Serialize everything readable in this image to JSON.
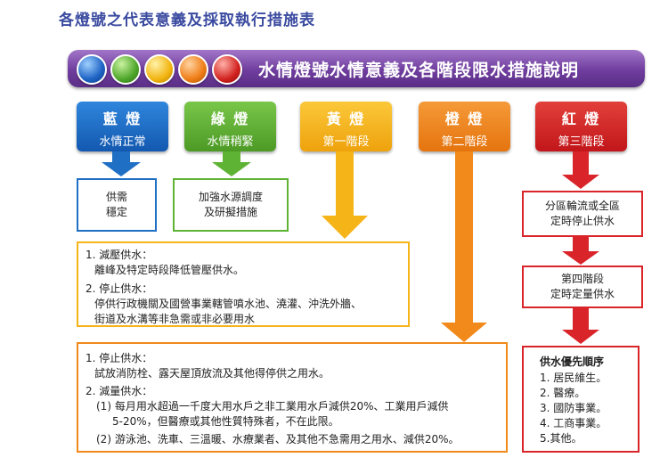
{
  "page_title": "各燈號之代表意義及採取執行措施表",
  "banner_title": "水情燈號水情意義及各階段限水措施說明",
  "colors": {
    "blue": "#1f6fc4",
    "green": "#5fb334",
    "yellow": "#f5b417",
    "orange": "#f18a1b",
    "red": "#d9242a",
    "banner": "#7a47a8"
  },
  "lamps": [
    {
      "name": "藍 燈",
      "status": "水情正常"
    },
    {
      "name": "綠 燈",
      "status": "水情稍緊"
    },
    {
      "name": "黃 燈",
      "status": "第一階段"
    },
    {
      "name": "橙 燈",
      "status": "第二階段"
    },
    {
      "name": "紅 燈",
      "status": "第三階段"
    }
  ],
  "blue_box": [
    "供需",
    "穩定"
  ],
  "green_box": [
    "加強水源調度",
    "及研擬措施"
  ],
  "yellow_box": {
    "item1_title": "1. 減壓供水：",
    "item1_desc": "離峰及特定時段降低管壓供水。",
    "item2_title": "2. 停止供水：",
    "item2_line1": "停供行政機關及國營事業轄管噴水池、澆灌、沖洗外牆、",
    "item2_line2": "街道及水溝等非急需或非必要用水"
  },
  "orange_box": {
    "item1_title": "1. 停止供水：",
    "item1_desc": "試放消防栓、露天屋頂放流及其他得停供之用水。",
    "item2_title": "2. 減量供水：",
    "sub1_line1": "(1) 每月用水超過一千度大用水戶之非工業用水戶減供20%、工業用戶減供",
    "sub1_line2": "5-20%，但醫療或其他性質特殊者，不在此限。",
    "sub2": "(2) 游泳池、洗車、三溫暖、水療業者、及其他不急需用之用水、減供20%。"
  },
  "red_box1": [
    "分區輪流或全區",
    "定時停止供水"
  ],
  "red_box2": [
    "第四階段",
    "定時定量供水"
  ],
  "priority": {
    "title": "供水優先順序",
    "items": [
      "1. 居民維生。",
      "2. 醫療。",
      "3. 國防事業。",
      "4. 工商事業。",
      "5.其他。"
    ]
  }
}
